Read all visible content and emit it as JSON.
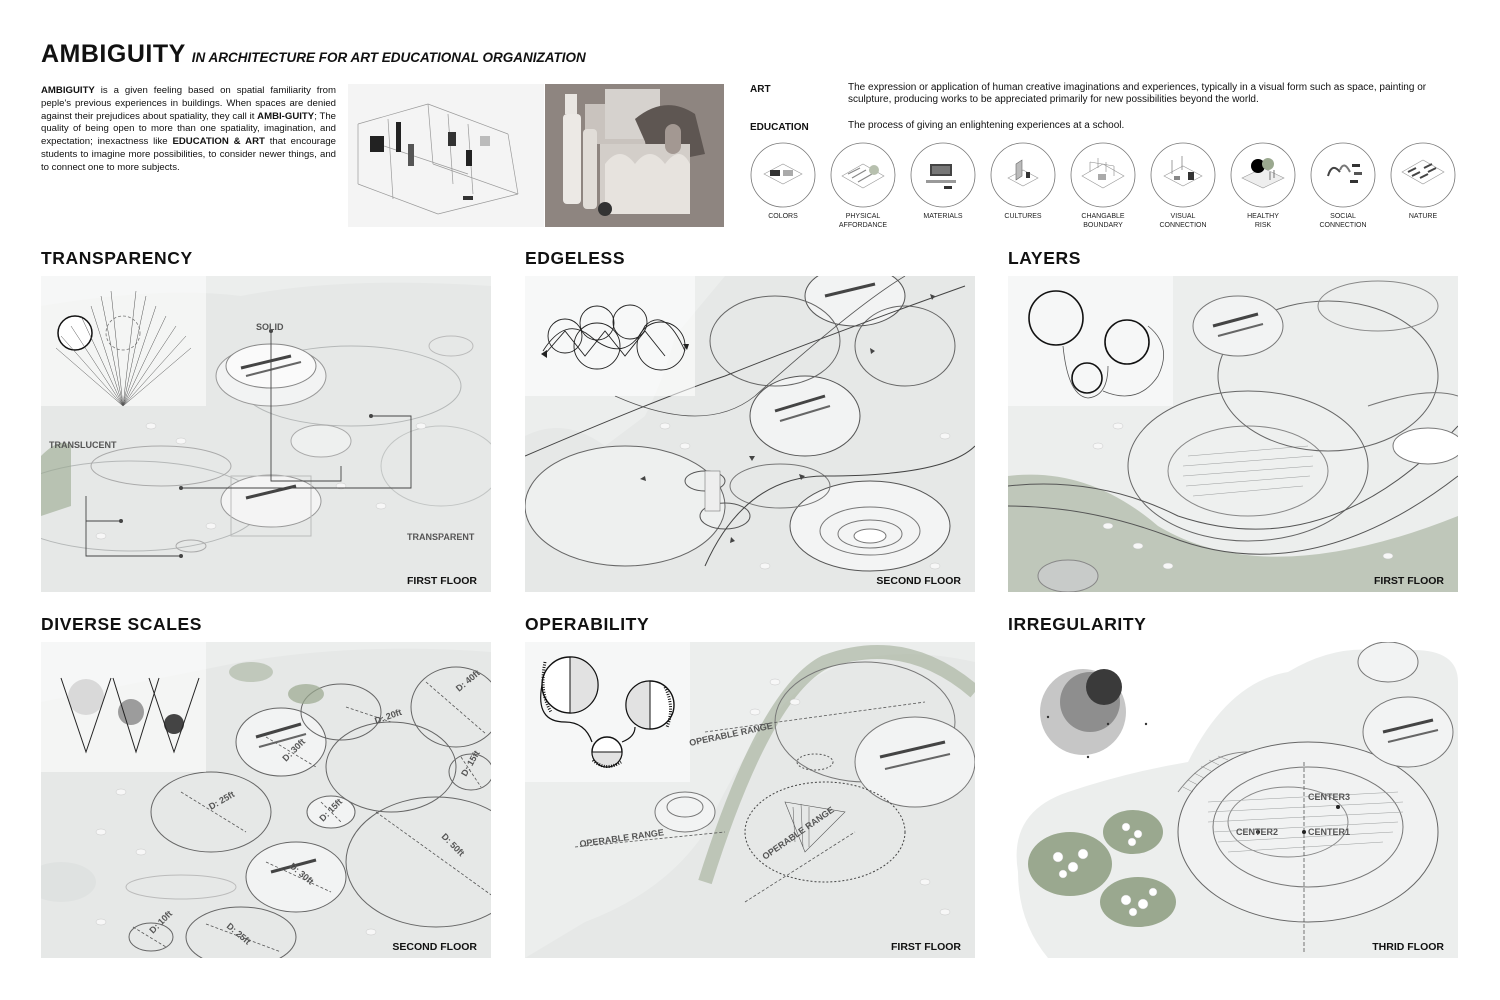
{
  "header": {
    "title": "AMBIGUITY",
    "subtitle": "IN ARCHITECTURE FOR ART EDUCATIONAL ORGANIZATION"
  },
  "intro": {
    "p1": "AMBIGUITY",
    "p2": " is a given feeling based on spatial familiarity from peple's previous experiences in buildings. When spaces are denied against their prejudices about spatiality, they call it ",
    "p3": "AMBI-GUITY",
    "p4": "; The quality of being open to more than one spatiality, imagination, and expectation; inexactness like ",
    "p5": "EDUCATION & ART",
    "p6": " that encourage students to imagine more possibilities, to consider newer things, and to connect one to more subjects."
  },
  "definitions": [
    {
      "term": "ART",
      "text": "The expression or application of human creative imaginations and experiences, typically in a visual form such as space, painting or sculpture, producing works to be appreciated primarily for new possibilities beyond the world."
    },
    {
      "term": "EDUCATION",
      "text": "The process of giving an enlightening experiences at a school."
    }
  ],
  "icons": [
    {
      "label": "COLORS",
      "icon": "colors-icon"
    },
    {
      "label": "PHYSICAL\nAFFORDANCE",
      "icon": "physical-affordance-icon"
    },
    {
      "label": "MATERIALS",
      "icon": "materials-icon"
    },
    {
      "label": "CULTURES",
      "icon": "cultures-icon"
    },
    {
      "label": "CHANGABLE\nBOUNDARY",
      "icon": "changable-boundary-icon"
    },
    {
      "label": "VISUAL\nCONNECTION",
      "icon": "visual-connection-icon"
    },
    {
      "label": "HEALTHY\nRISK",
      "icon": "healthy-risk-icon"
    },
    {
      "label": "SOCIAL\nCONNECTION",
      "icon": "social-connection-icon"
    },
    {
      "label": "NATURE",
      "icon": "nature-icon"
    }
  ],
  "panels": {
    "transparency": {
      "heading": "TRANSPARENCY",
      "floor": "FIRST FLOOR",
      "labels": {
        "solid": "SOLID",
        "translucent": "TRANSLUCENT",
        "transparent": "TRANSPARENT"
      }
    },
    "edgeless": {
      "heading": "EDGELESS",
      "floor": "SECOND FLOOR"
    },
    "layers": {
      "heading": "LAYERS",
      "floor": "FIRST FLOOR"
    },
    "diverse_scales": {
      "heading": "DIVERSE SCALES",
      "floor": "SECOND FLOOR",
      "dims": {
        "d40": "D: 40ft",
        "d20": "D: 20ft",
        "d30a": "D: 30ft",
        "d15a": "D: 15ft",
        "d25a": "D: 25ft",
        "d15b": "D: 15ft",
        "d50": "D: 50ft",
        "d30b": "D: 30ft",
        "d10": "D: 10ft",
        "d25b": "D: 25ft"
      }
    },
    "operability": {
      "heading": "OPERABILITY",
      "floor": "FIRST FLOOR",
      "labels": {
        "r1": "OPERABLE RANGE",
        "r2": "OPERABLE RANGE",
        "r3": "OPERABLE RANGE"
      }
    },
    "irregularity": {
      "heading": "IRREGULARITY",
      "floor": "THRID FLOOR",
      "labels": {
        "c1": "CENTER1",
        "c2": "CENTER2",
        "c3": "CENTER3"
      }
    }
  },
  "colors": {
    "panel_bg": "#eceeed",
    "plan_stroke": "#9a9d9d",
    "grass": "#9aa88f",
    "dark": "#222222",
    "painting_bg": "#8c817c"
  }
}
